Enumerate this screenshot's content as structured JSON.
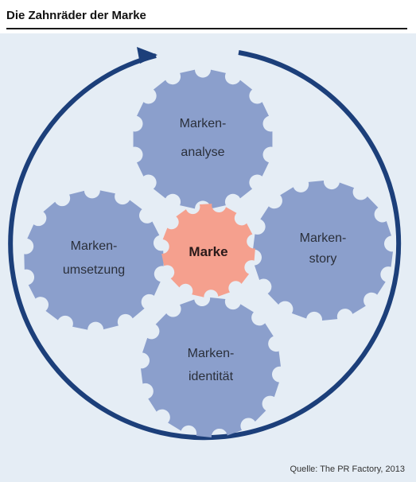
{
  "title": "Die Zahnräder der Marke",
  "source": "Quelle: The PR Factory, 2013",
  "colors": {
    "background": "#e5edf5",
    "gear": "#8b9fcc",
    "core": "#f5a08e",
    "arrow": "#1c3f7a"
  },
  "gears": {
    "top": {
      "line1": "Marken-",
      "line2": "analyse"
    },
    "left": {
      "line1": "Marken-",
      "line2": "umsetzung"
    },
    "right": {
      "line1": "Marken-",
      "line2": "story"
    },
    "bottom": {
      "line1": "Marken-",
      "line2": "identität"
    }
  },
  "core": {
    "label": "Marke"
  }
}
